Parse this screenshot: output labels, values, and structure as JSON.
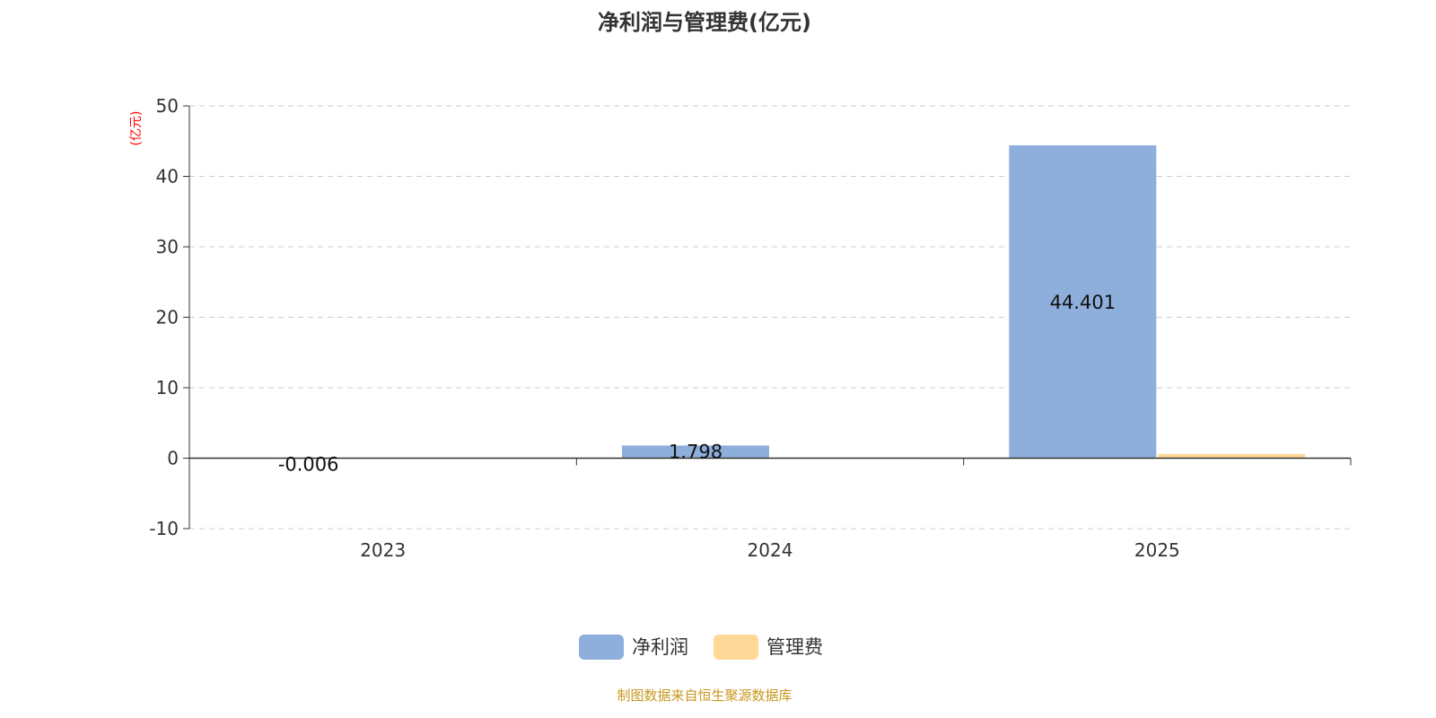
{
  "chart_data": {
    "type": "bar",
    "title": "净利润与管理费(亿元)",
    "ylabel": "(亿元)",
    "xlabel": "",
    "categories": [
      "2023",
      "2024",
      "2025"
    ],
    "series": [
      {
        "name": "净利润",
        "values": [
          -0.006,
          1.798,
          44.401
        ],
        "color": "#8eaedb",
        "labels": [
          "-0.006",
          "1.798",
          "44.401"
        ]
      },
      {
        "name": "管理费",
        "values": [
          0,
          0.1,
          0.6
        ],
        "color": "#fdd898"
      }
    ],
    "ylim": [
      -10,
      50
    ],
    "yticks": [
      -10,
      0,
      10,
      20,
      30,
      40,
      50
    ],
    "grid": true,
    "legend": "bottom-center",
    "source": "制图数据来自恒生聚源数据库"
  }
}
